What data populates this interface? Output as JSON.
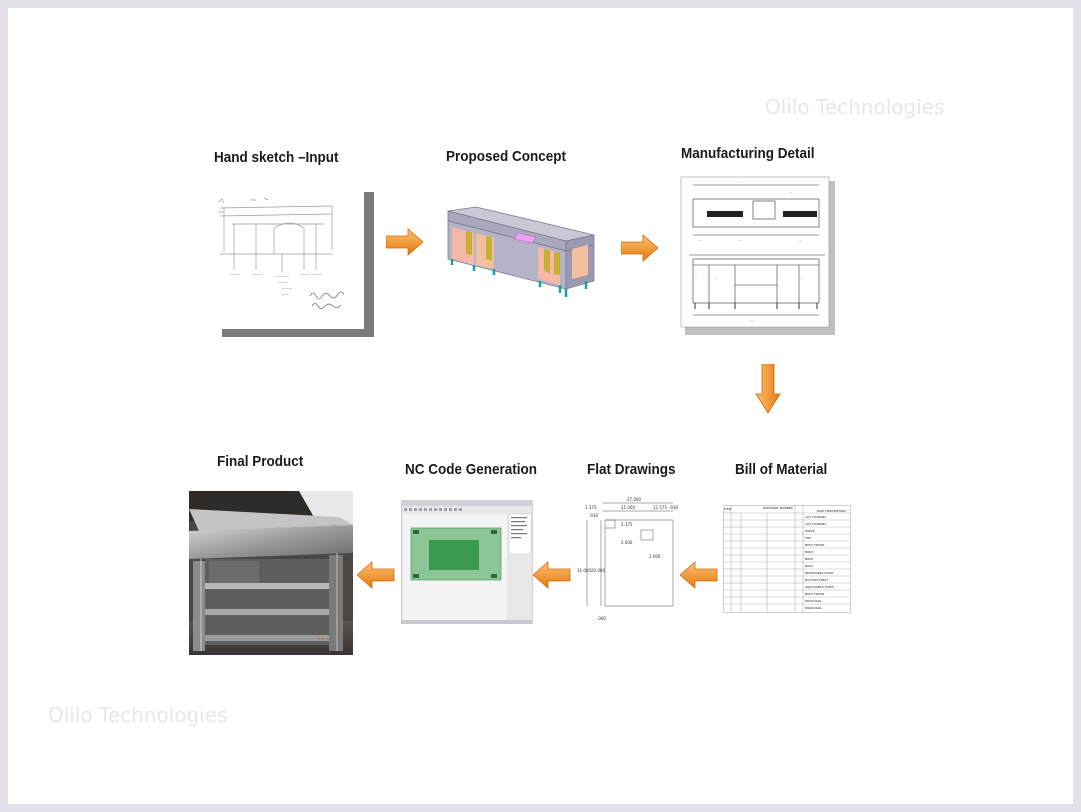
{
  "watermark": "Olilo Technologies",
  "steps": {
    "hand_sketch": "Hand sketch –Input",
    "proposed_concept": "Proposed Concept",
    "manufacturing_detail": "Manufacturing Detail",
    "bill_of_material": "Bill of Material",
    "flat_drawings": "Flat Drawings",
    "nc_code": "NC Code Generation",
    "final_product": "Final Product"
  },
  "bom_header": {
    "col1": "ITEM",
    "col2": "PART/PART NUMBER",
    "col3": "PART DESCRIPTION"
  },
  "bom_rows": [
    "120 CHANNEL",
    "120 CHANNEL",
    "HINGE",
    "TOP",
    "BODY FRONT",
    "BODY",
    "BODY",
    "BODY",
    "REMOVABLE DOOR",
    "BOTTOM SHELF",
    "ADJUSTABLE SHELF",
    "BODY FRONT",
    "DRAIN RAIL",
    "DRAIN RAIL"
  ],
  "flat_dims": {
    "overall": "27.000",
    "left": "1.375",
    "mid": "21.000",
    "right": "12.575",
    "edge": ".938",
    "height": "31.000",
    "height2": "20.000",
    "small1": "2.375",
    "small2": "2.000",
    "small3": "2.000",
    "bottom": ".000"
  },
  "colors": {
    "arrow": "#f7941d",
    "arrow_light": "#fbc276",
    "background": "#e4dfe9",
    "watermark": "#e6e6ec"
  },
  "icons": [
    "right-arrow",
    "down-arrow",
    "left-arrow"
  ]
}
